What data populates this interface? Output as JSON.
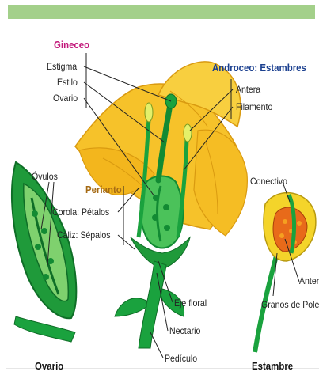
{
  "colors": {
    "top_bar": "#a3d08a",
    "petal": "#f6c22a",
    "petal_edge": "#d99a10",
    "green_dark": "#128a33",
    "green_light": "#4bc25a",
    "pink_title": "#c2187a",
    "blue_title": "#1a3f8f",
    "brown_title": "#a56a14"
  },
  "labels": {
    "gineceo": "Gineceo",
    "estigma": "Estigma",
    "estilo": "Estilo",
    "ovario": "Ovario",
    "androceo": "Androceo: Estambres",
    "antera": "Antera",
    "filamento": "Filamento",
    "ovulos": "Óvulos",
    "perianto": "Perianto",
    "corola": "Corola: Pétalos",
    "caliz": "Cáliz: Sépalos",
    "conectivo": "Conectivo",
    "antera_right": "Antera",
    "granos": "Granos de Polen",
    "eje_floral": "Eje floral",
    "nectario": "Nectario",
    "pediculo": "Pedículo",
    "caption_ovario": "Ovario",
    "caption_estambre": "Estambre"
  }
}
